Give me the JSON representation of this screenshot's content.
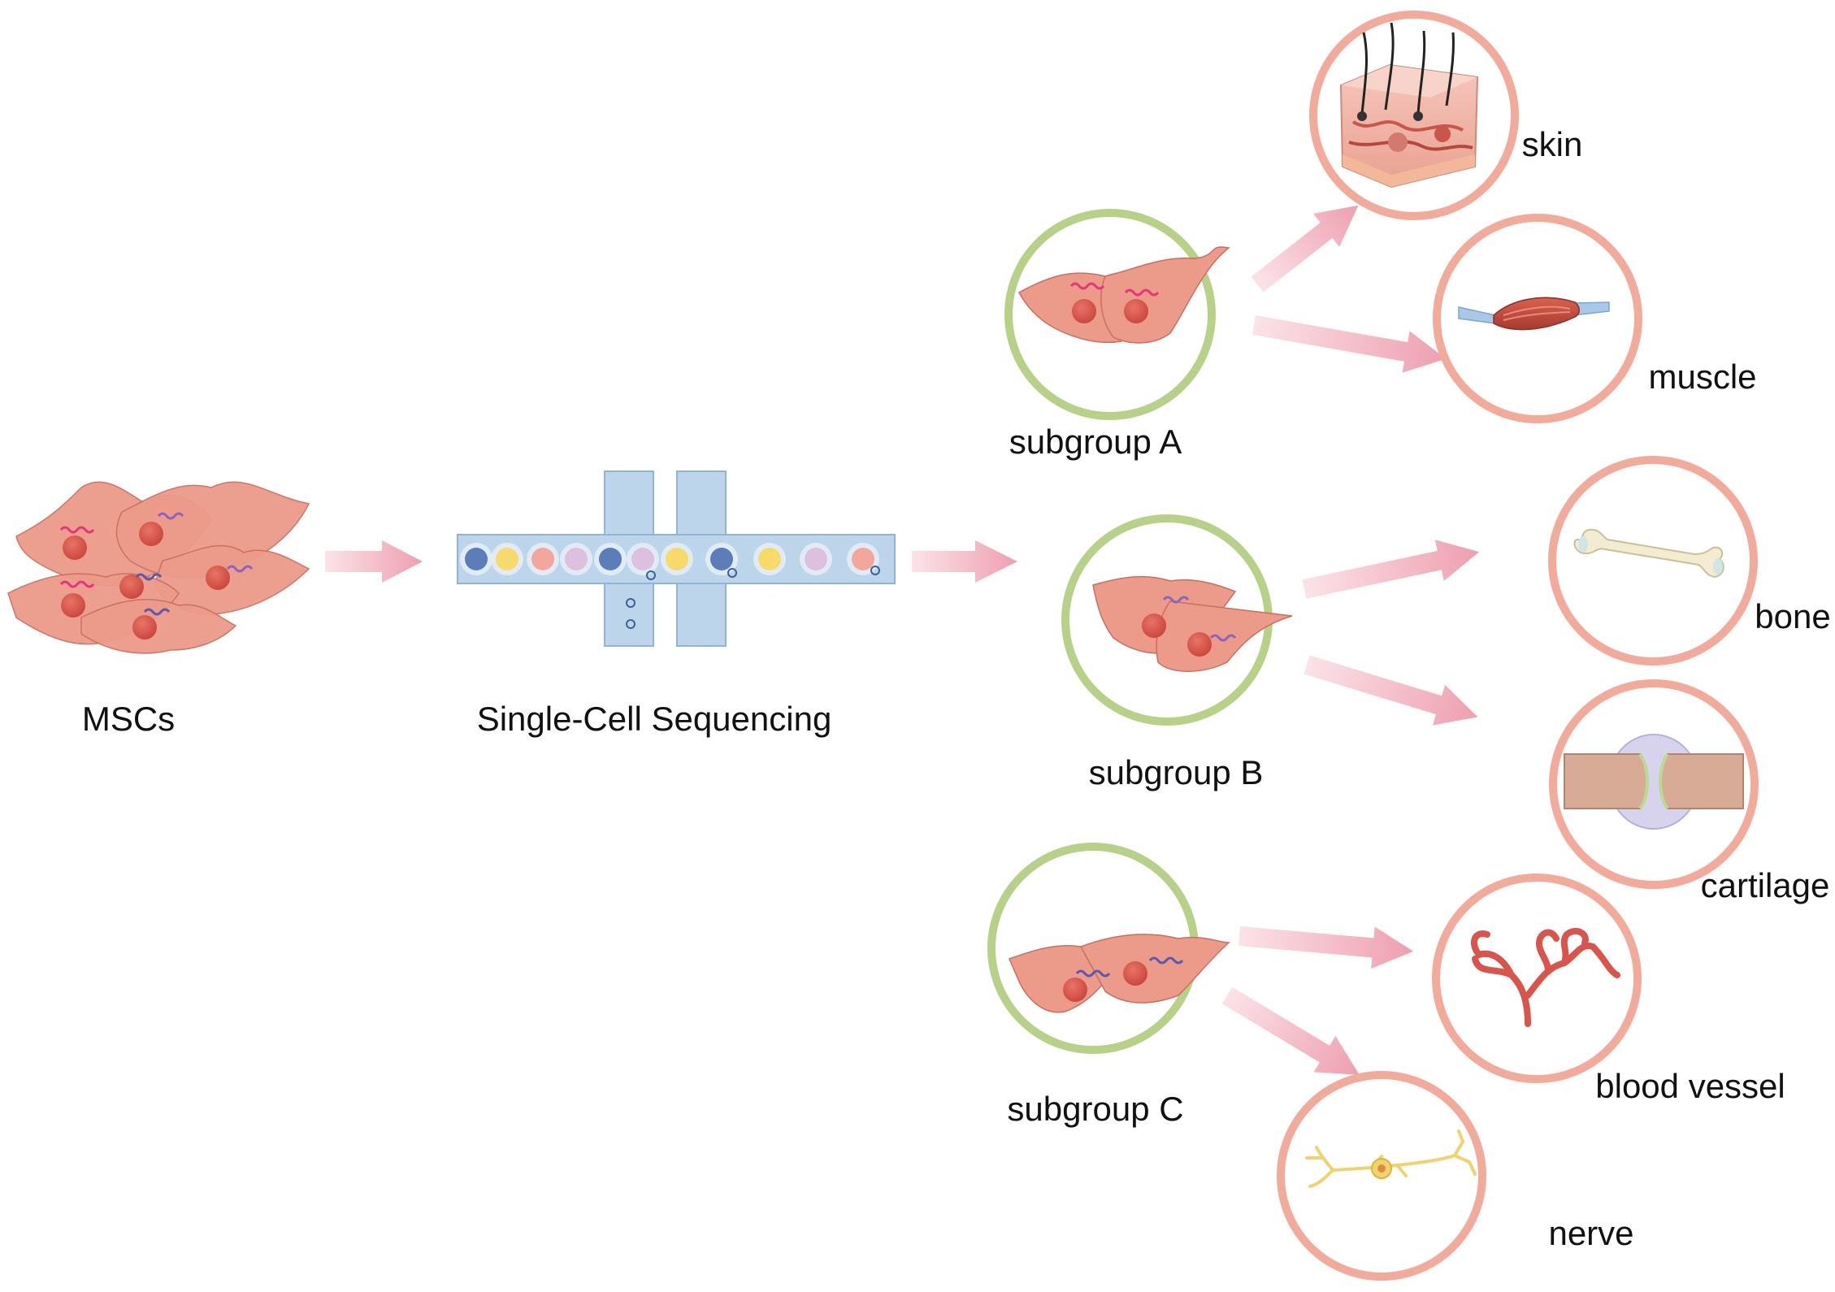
{
  "labels": {
    "mscs": "MSCs",
    "sequencing": "Single-Cell Sequencing",
    "subgroup_a": "subgroup A",
    "subgroup_b": "subgroup B",
    "subgroup_c": "subgroup C",
    "skin": "skin",
    "muscle": "muscle",
    "bone": "bone",
    "cartilage": "cartilage",
    "blood_vessel": "blood vessel",
    "nerve": "nerve"
  },
  "colors": {
    "arrow": "#f0a5b2",
    "subgroup_ring": "#b8d188",
    "tissue_ring": "#f2aa9b",
    "cell_body": "#ec9a8a",
    "nucleus": "#d9544a",
    "channel": "#bdd5ea"
  },
  "droplet_colors": [
    "#5b7db8",
    "#f7da6a",
    "#f3a69c",
    "#ddbfe0",
    "#5b7db8",
    "#ddbfe0",
    "#f7da6a",
    "#5b7db8",
    "#f7da6a",
    "#ddbfe0",
    "#f3a69c"
  ]
}
